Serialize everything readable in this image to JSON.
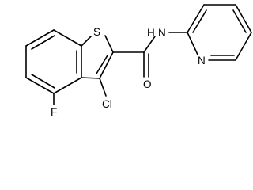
{
  "structure": {
    "atoms": {
      "sulfur": "S",
      "amide_nh": "N",
      "amide_h": "H",
      "carbonyl_o": "O",
      "pyridine_n": "N",
      "chlorine": "Cl",
      "fluorine": "F"
    }
  }
}
